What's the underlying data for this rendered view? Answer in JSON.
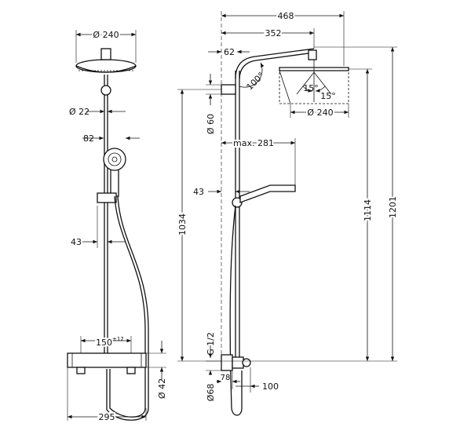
{
  "dimensions": {
    "front_head_diameter": "Ø 240",
    "front_pipe_diameter": "Ø 22",
    "front_handshower_width": "82",
    "front_slider_offset": "43",
    "front_mixer_spacing": "150",
    "front_mixer_spacing_tol": "±12",
    "front_mixer_height": "Ø 42",
    "front_total_width": "295",
    "side_overall_depth": "468",
    "side_arm_reach": "352",
    "side_wall_offset": "62",
    "side_arm_angle": "100°",
    "side_tilt_angle_1": "15°",
    "side_tilt_angle_2": "15°",
    "side_head_diameter": "Ø 240",
    "side_bracket_diameter": "Ø 60",
    "side_handshower_reach": "max. 281",
    "side_slider_offset": "43",
    "side_bracket_height": "1034",
    "side_head_height": "1114",
    "side_total_height": "1201",
    "side_connection_thread": "G 1/2",
    "side_rosette_diameter": "Ø68",
    "side_mixer_depth": "78",
    "side_spout_depth": "100"
  }
}
